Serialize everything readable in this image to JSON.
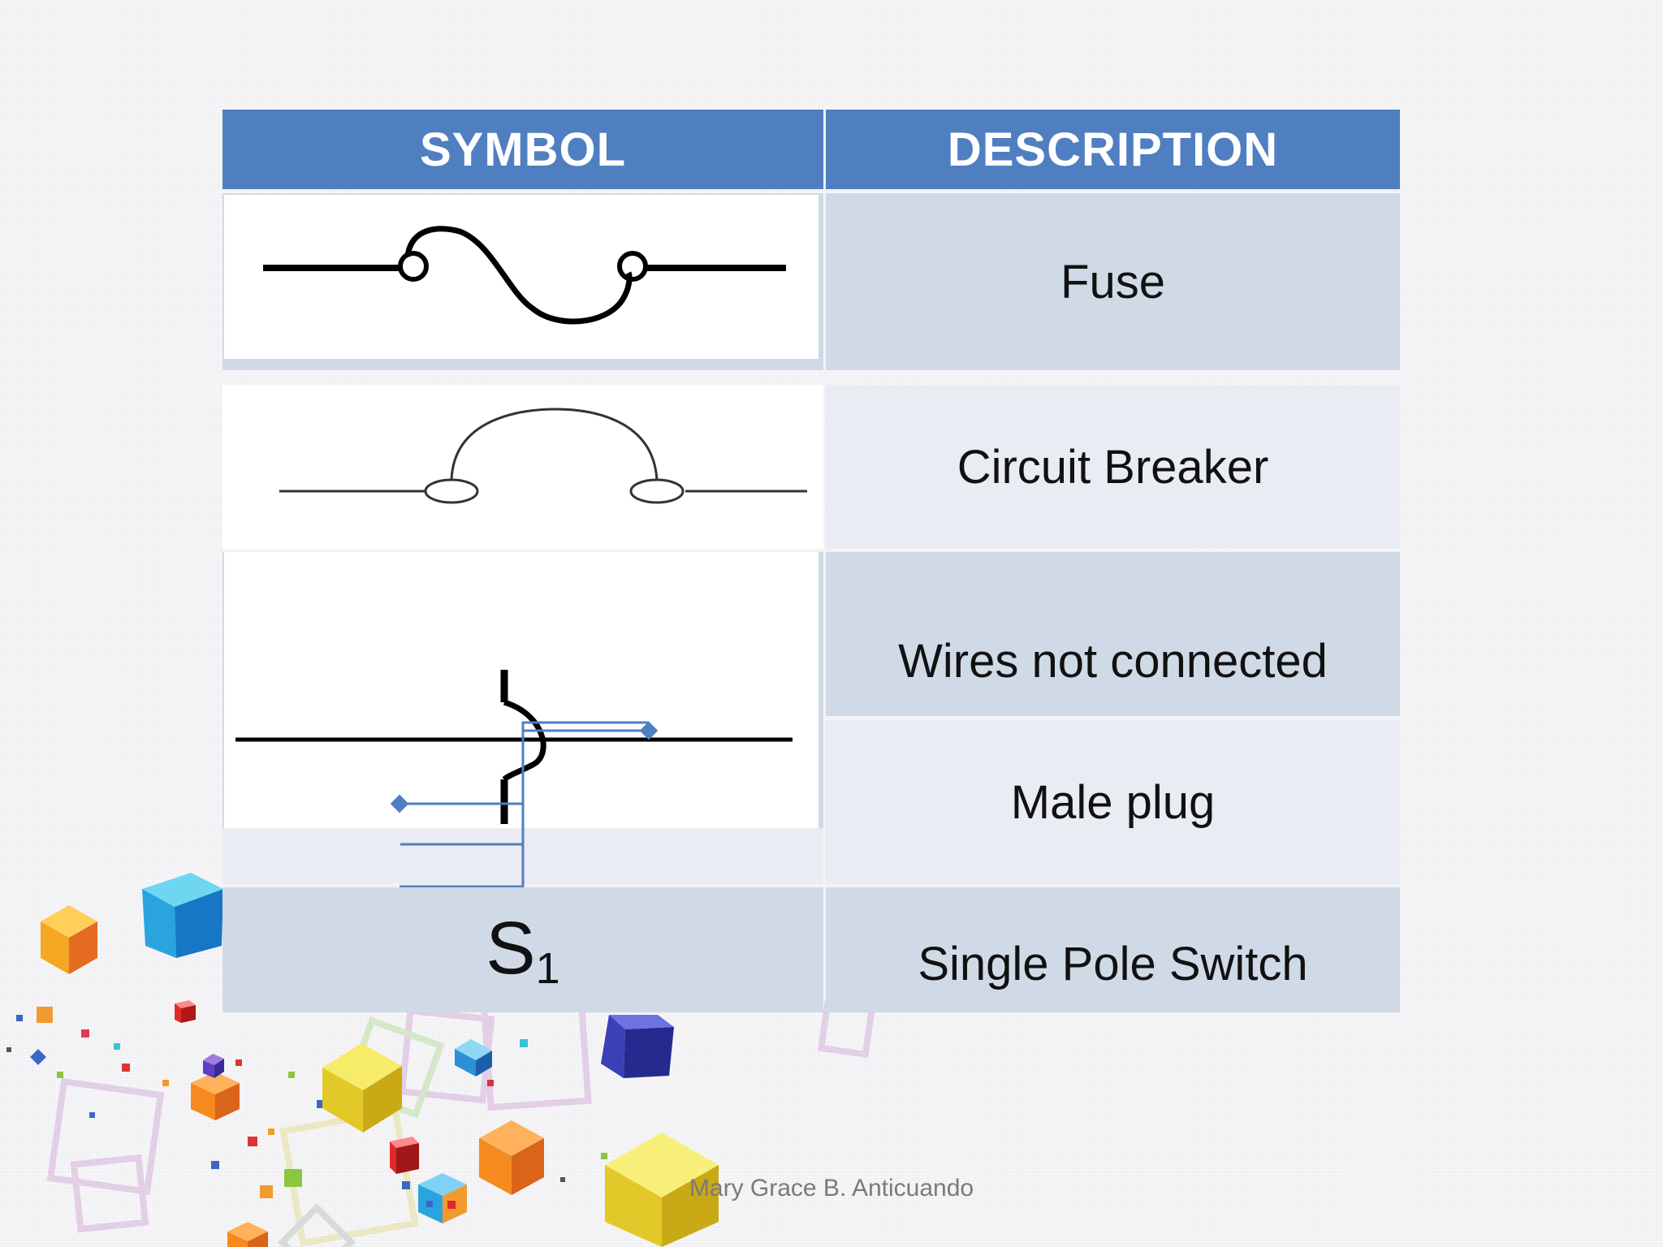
{
  "table": {
    "header": {
      "symbol": "SYMBOL",
      "description": "DESCRIPTION"
    },
    "rows": [
      {
        "symbol_icon": "fuse-symbol-icon",
        "description": "Fuse"
      },
      {
        "symbol_icon": "circuit-breaker-symbol-icon",
        "description": "Circuit Breaker"
      },
      {
        "symbol_icon": "wires-not-connected-symbol-icon",
        "description": "Wires not connected"
      },
      {
        "symbol_icon": "male-plug-symbol-icon",
        "description": "Male plug"
      },
      {
        "symbol_text": "S",
        "symbol_subscript": "1",
        "description": "Single Pole Switch"
      }
    ]
  },
  "footer": {
    "author": "Mary Grace B. Anticuando"
  },
  "colors": {
    "header": "#4f7fc1",
    "row_dark": "#d0dae7",
    "row_light": "#e9ecf3",
    "plug_line": "#4f7fc1"
  }
}
